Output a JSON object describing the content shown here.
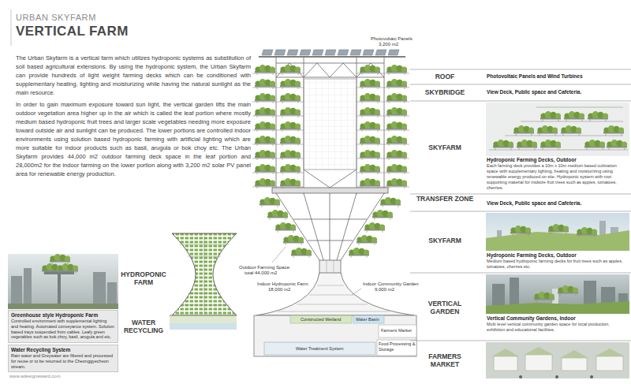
{
  "diagram": {
    "title": "VERTICAL FARM",
    "nodes": [
      {
        "text": [
          "Greenhouse style Hydroponic Farm",
          "Controlled environment with supplemental lighting and heating. Automated conveyance system. Solution based trays suspended from cables. Leafy green vegetables such as bok choy, basil, arugula and etc."
        ]
      },
      {
        "text": [
          "Water Recycling System",
          "Rain water and Greywater are filtered and processed for reuse or to be returned to the Cheonggyecheon stream."
        ]
      }
    ],
    "labels": [
      "URBAN SKYFARM",
      "The Urban Skyfarm is a vertical farm which utilizes hydroponic systems as substitution of soil based agricultural extensions. By using the hydroponic system, the Urban Skyfarm can provide hundreds of light weight farming decks which can be conditioned with supplementary heating, lighting and moisturizing while having the natural sunlight as the main resource.",
      "In order to gain maximum exposure toward sun light, the vertical garden lifts the main outdoor vegetation area higher up in the air which is called the leaf portion where mostly medium based hydroponic fruit trees and larger scale vegetables needing more exposure toward outside air and sunlight can be produced. The lower portions are controlled indoor environments using solution based hydroponic farming with artificial lighting which are more suitable for indoor products such as basil, arugula or bok choy etc. The Urban Skyfarm provides 44,000 m2 outdoor farming deck space in the leaf portion and 28,000m2 for the indoor farming on the lower portion along with 3,200 m2 solar PV panel area for renewable energy production.",
      "Photovoltaic Panels",
      "3,200 m2",
      "Outdoor Farming Space",
      "total 44,000 m2",
      "Indoor Hydroponic Farm",
      "18,000 m2",
      "Indoor Community Garden",
      "9,000 m2",
      "Constructed Wetland",
      "Water Basin",
      "Farmers Market",
      "Water Treatment System",
      "Food Processing & Storage",
      "HYDROPONIC FARM",
      "WATER RECYCLING",
      "ROOF",
      "Photovoltaic Panels and Wind Turbines",
      "SKYBRIDGE",
      "View Deck, Public space and Cafeteria.",
      "SKYFARM",
      "Hydroponic Farming Decks, Outdoor",
      "Each farming deck provides a 10m x 10m medium based cultivation space with supplementary lighting, heating and moisturizing using renewable energy produced on site. Hydroponic system with root supporting material for midsize fruit trees such as apples, tomatoes, cherries.",
      "TRANSFER ZONE",
      "View Deck, Public space and Cafeteria.",
      "SKYFARM",
      "Hydroponic Farming Decks, Outdoor",
      "Medium based hydroponic farming decks for fruit trees such as apples, tomatoes, cherries etc.",
      "VERTICAL GARDEN",
      "Vertical Community Gardens, Indoor",
      "Multi level vertical community garden space for local production, exhibition and educational facilities.",
      "FARMERS MARKET",
      "www.adesignaward.com"
    ]
  }
}
